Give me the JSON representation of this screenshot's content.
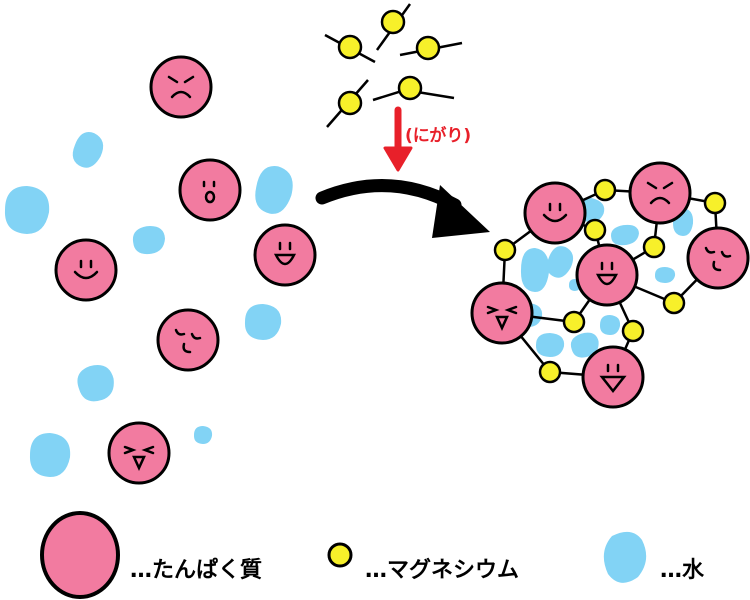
{
  "diagram": {
    "additive_label": "(にがり)",
    "colors": {
      "protein": "#f27ba0",
      "magnesium": "#f7f02a",
      "water": "#82d3f5",
      "additive_arrow": "#e8202a",
      "process_arrow": "#000000"
    }
  },
  "legend": {
    "items": [
      {
        "label": "…たんぱく質",
        "icon": "protein-circle"
      },
      {
        "label": "…マグネシウム",
        "icon": "magnesium-circle"
      },
      {
        "label": "…水",
        "icon": "water-blob"
      }
    ]
  }
}
